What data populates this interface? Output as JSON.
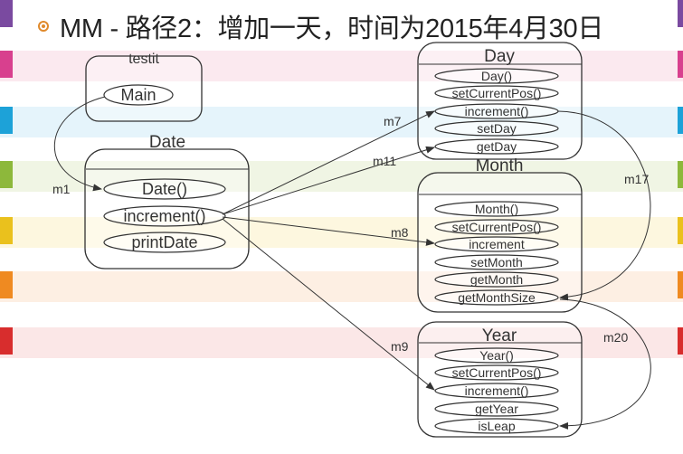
{
  "colors": {
    "stripes": [
      "#fbe9ef",
      "#e5f4fb",
      "#f0f5e4",
      "#fdf7df",
      "#fdefe3",
      "#fbe7e7"
    ],
    "tabs": [
      "#7a4aa0",
      "#d8408e",
      "#1da2d8",
      "#8db83b",
      "#eac11d",
      "#ef8a21",
      "#d82d2d"
    ],
    "bullet": "#e08a2c"
  },
  "slide": {
    "title": "MM - 路径2：增加一天，时间为2015年4月30日"
  },
  "classes": {
    "testit": {
      "name": "testit",
      "methods": [
        "Main"
      ]
    },
    "date": {
      "name": "Date",
      "methods": [
        "Date()",
        "increment()",
        "printDate"
      ]
    },
    "day": {
      "name": "Day",
      "methods": [
        "Day()",
        "setCurrentPos()",
        "increment()",
        "setDay",
        "getDay"
      ]
    },
    "month": {
      "name": "Month",
      "methods": [
        "Month()",
        "setCurrentPos()",
        "increment",
        "setMonth",
        "getMonth",
        "getMonthSize"
      ]
    },
    "year": {
      "name": "Year",
      "methods": [
        "Year()",
        "setCurrentPos()",
        "increment()",
        "getYear",
        "isLeap"
      ]
    }
  },
  "edges": {
    "m1": "m1",
    "m7": "m7",
    "m11": "m11",
    "m8": "m8",
    "m9": "m9",
    "m17": "m17",
    "m20": "m20"
  }
}
